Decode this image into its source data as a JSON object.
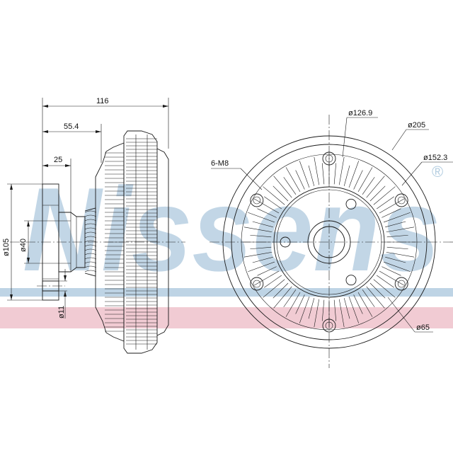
{
  "watermark": {
    "brand": "Nissens",
    "registered": "®",
    "colors": {
      "blue": "#b3cde0",
      "pink": "#efc2cb"
    }
  },
  "side_view": {
    "dimensions": {
      "overall_length": "116",
      "hub_offset": "55.4",
      "flange_width": "25",
      "flange_diameter": "ø105",
      "pilot_diameter": "ø40",
      "hole_diameter": "ø11"
    }
  },
  "front_view": {
    "dimensions": {
      "bolt_circle": "ø126.9",
      "outer_diameter": "ø205",
      "fin_circle": "ø152.3",
      "thread_spec": "6-M8",
      "bore_diameter": "ø65"
    }
  },
  "line_color": "#1a1a1a"
}
